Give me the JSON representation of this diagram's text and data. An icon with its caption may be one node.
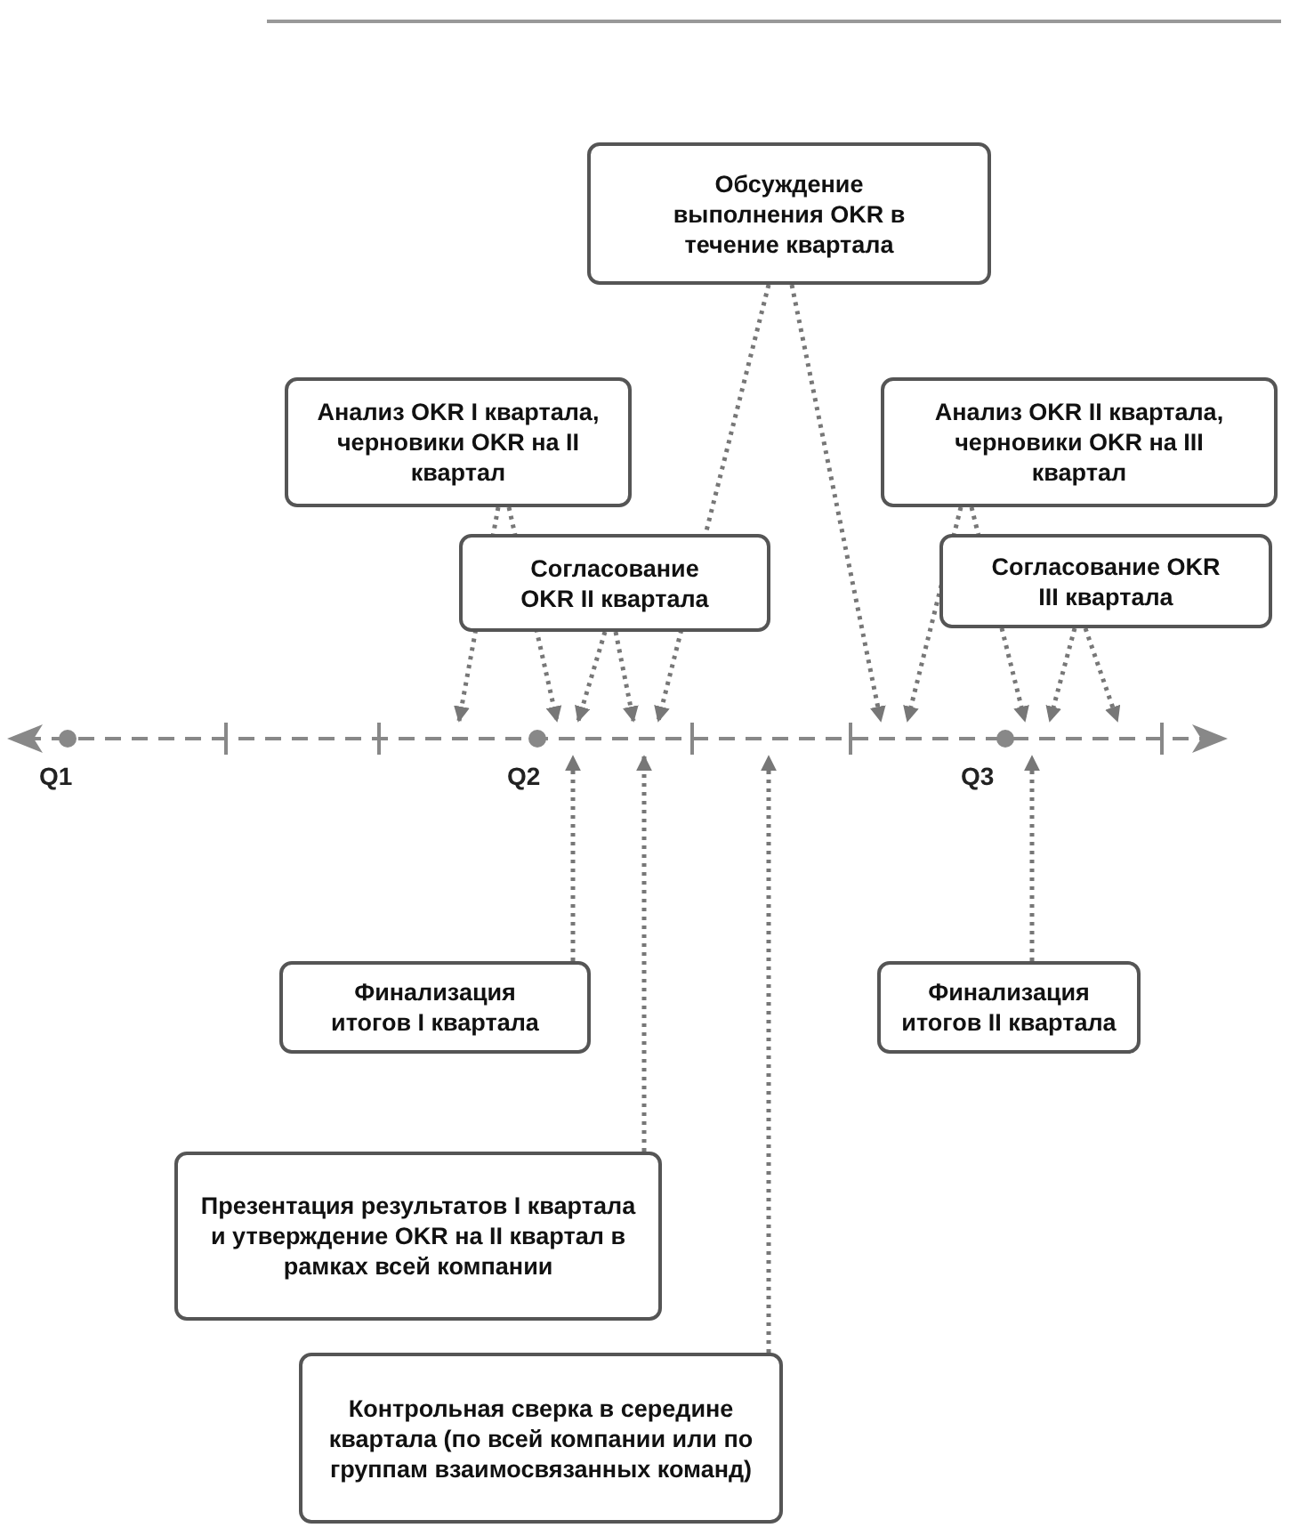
{
  "diagram": {
    "nodes": [
      {
        "text": [
          "Обсуждение выполнения OKR в течение квартала"
        ]
      },
      {
        "text": [
          "Анализ OKR I квартала, черновики OKR на II квартал"
        ]
      },
      {
        "text": [
          "Согласование OKR II квартала"
        ]
      },
      {
        "text": [
          "Анализ OKR II квартала, черновики OKR на III квартал"
        ]
      },
      {
        "text": [
          "Согласование OKR III квартала"
        ]
      },
      {
        "text": [
          "Финализация итогов I квартала"
        ]
      },
      {
        "text": [
          "Финализация итогов II квартала"
        ]
      },
      {
        "text": [
          "Презентация результатов I квартала и утверждение OKR на II квартал в рамках всей компании"
        ]
      },
      {
        "text": [
          "Контрольная сверка в середине квартала (по всей компании или по группам взаимосвязанных команд)"
        ]
      }
    ],
    "edges": [
      {
        "from": 0,
        "to": null,
        "arrow": "to"
      },
      {
        "from": 0,
        "to": null,
        "arrow": "to"
      },
      {
        "from": 1,
        "to": null,
        "arrow": "to"
      },
      {
        "from": 1,
        "to": null,
        "arrow": "to"
      },
      {
        "from": 2,
        "to": null,
        "arrow": "to"
      },
      {
        "from": 2,
        "to": null,
        "arrow": "to"
      },
      {
        "from": 3,
        "to": null,
        "arrow": "to"
      },
      {
        "from": 3,
        "to": null,
        "arrow": "to"
      },
      {
        "from": 4,
        "to": null,
        "arrow": "to"
      },
      {
        "from": 4,
        "to": null,
        "arrow": "to"
      },
      {
        "from": 5,
        "to": null,
        "arrow": "to"
      },
      {
        "from": 6,
        "to": null,
        "arrow": "to"
      },
      {
        "from": 7,
        "to": null,
        "arrow": "to"
      },
      {
        "from": 8,
        "to": null,
        "arrow": "to"
      }
    ],
    "labels": [
      "Q1",
      "Q2",
      "Q3"
    ]
  }
}
